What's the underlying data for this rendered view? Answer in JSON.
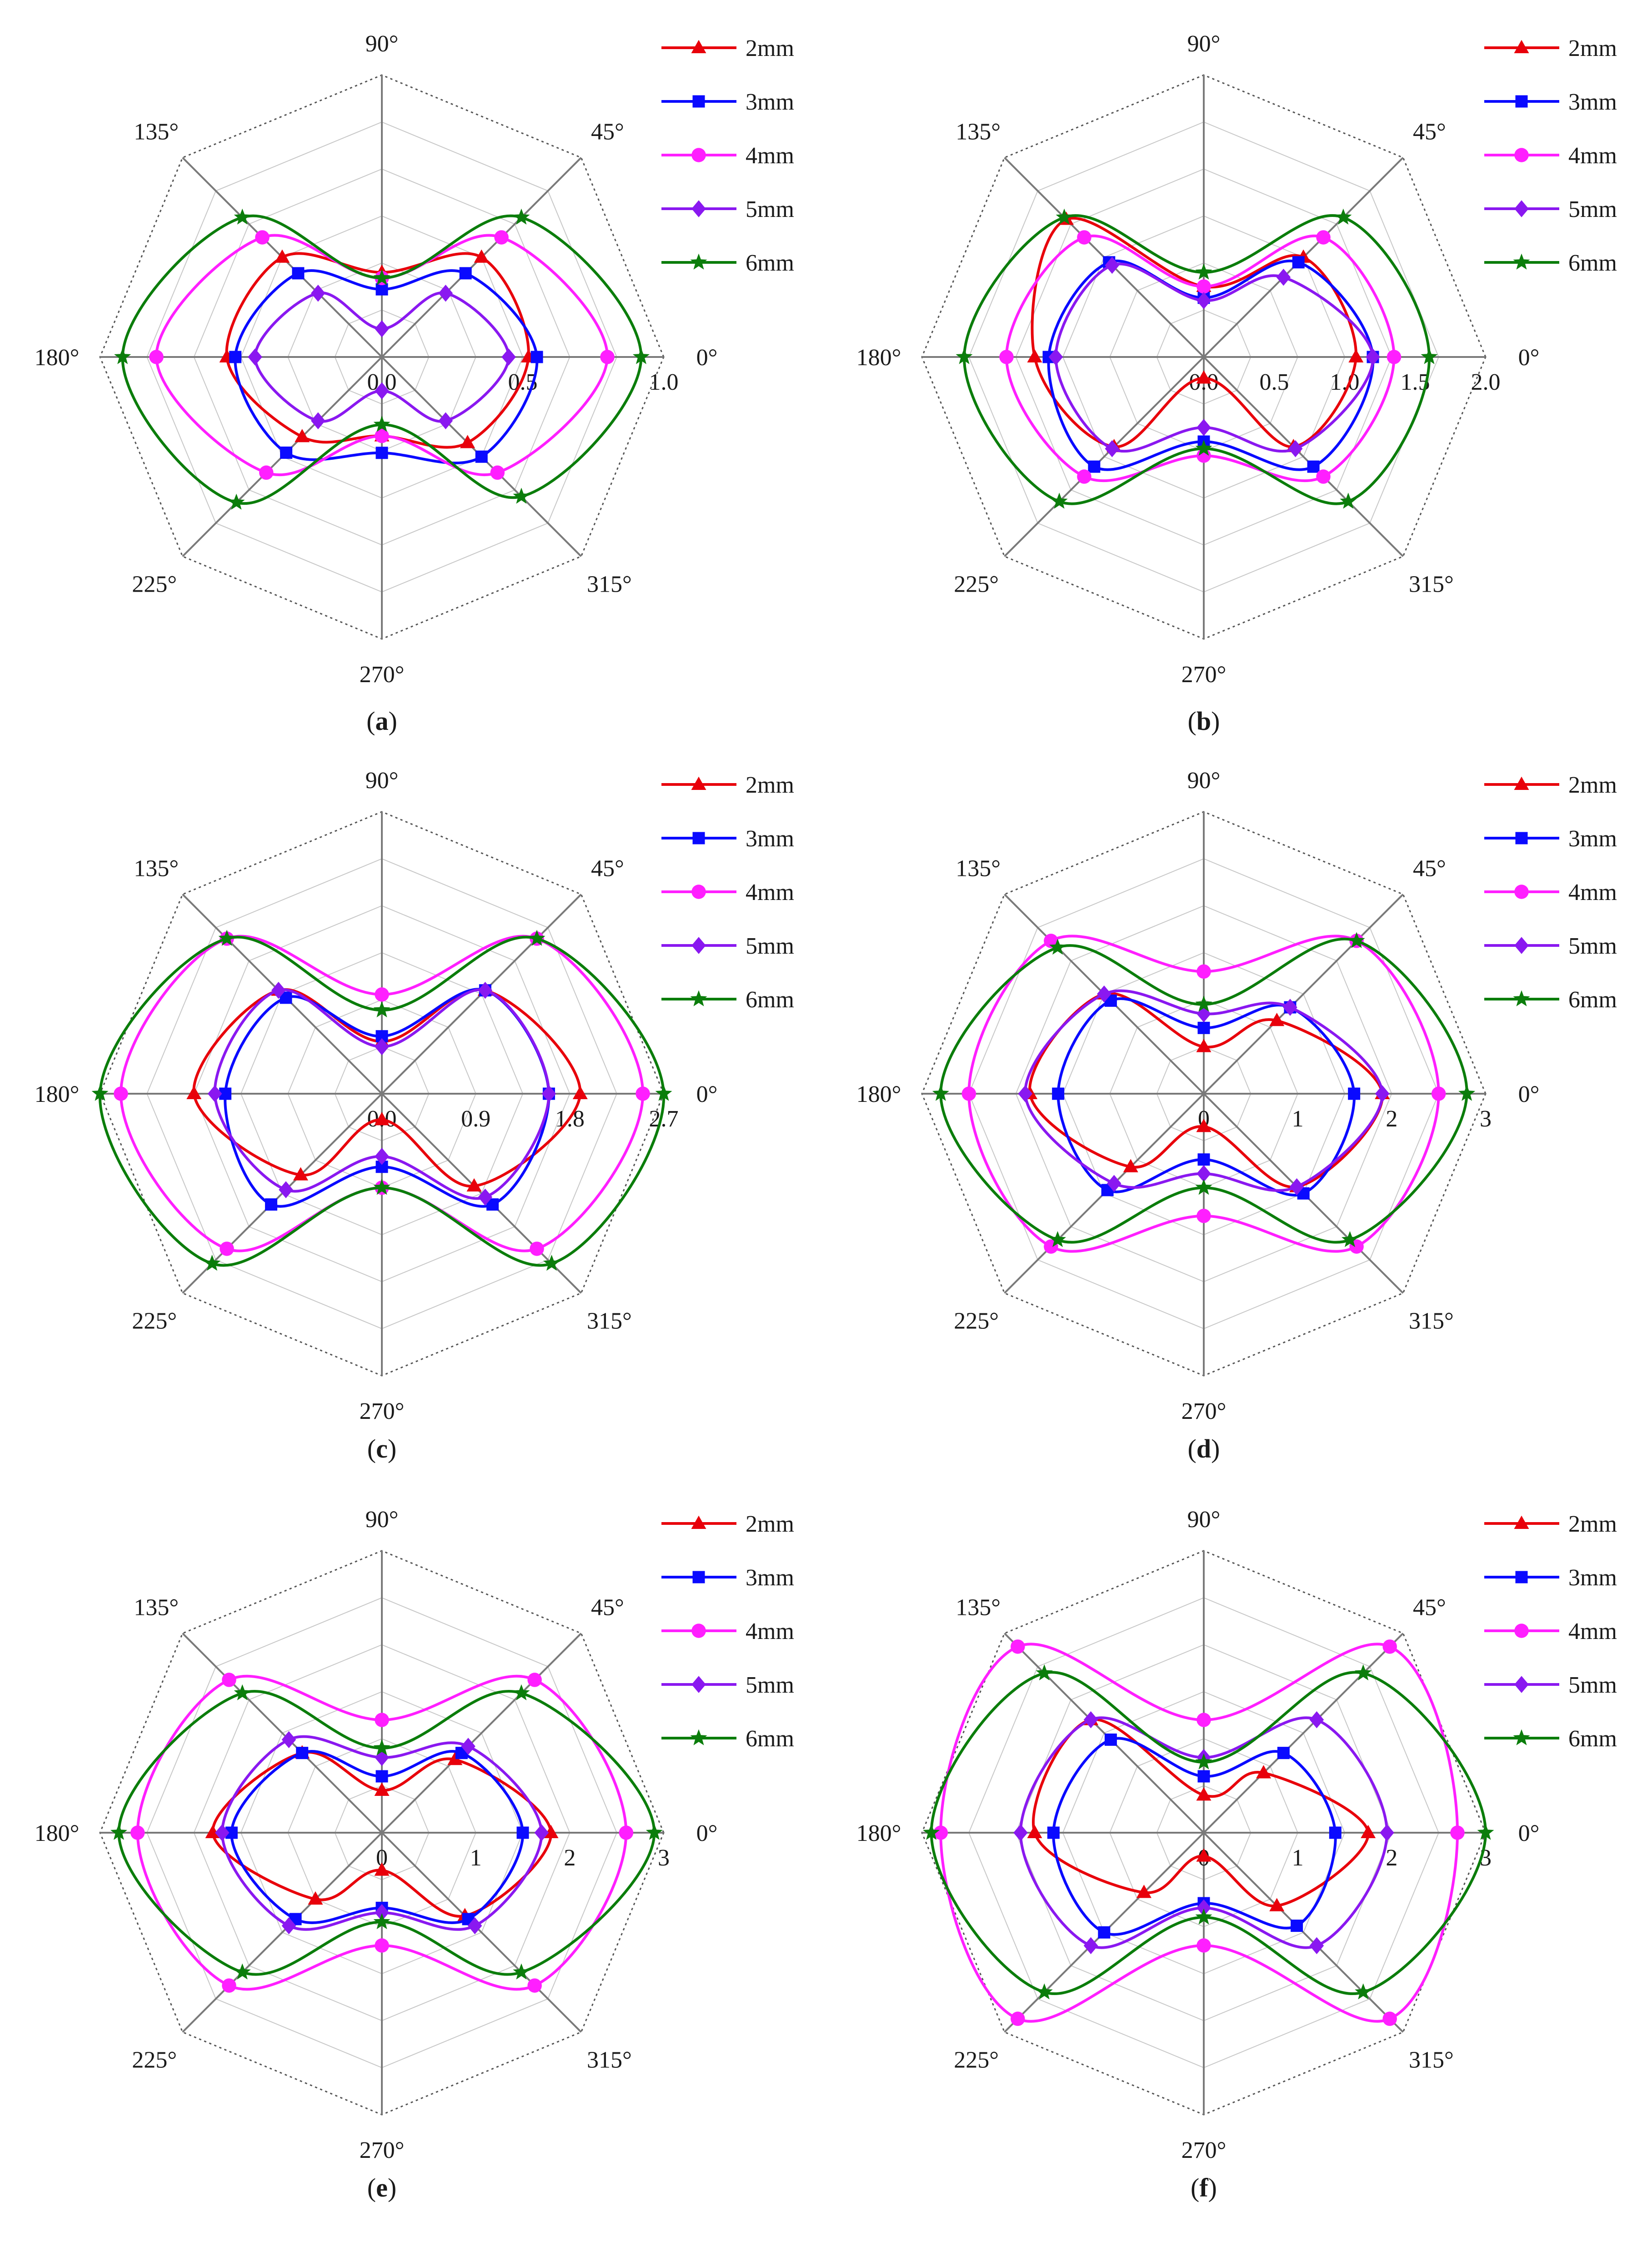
{
  "figure": {
    "angle_labels": [
      "0°",
      "45°",
      "90°",
      "135°",
      "180°",
      "225°",
      "270°",
      "315°"
    ],
    "legend": [
      "2mm",
      "3mm",
      "4mm",
      "5mm",
      "6mm"
    ],
    "series_colors": [
      "#e8000b",
      "#0a0aff",
      "#ff1fff",
      "#8a18f0",
      "#0b7d0b"
    ],
    "series_markers": [
      "triangle",
      "square",
      "circle",
      "diamond",
      "star"
    ],
    "grid_color": "#c8c8c8",
    "axis_color": "#7a7a7a",
    "outer_ring_style": "dotted"
  },
  "chart_data": [
    {
      "type": "radar",
      "panel_label": "a",
      "angles_deg": [
        0,
        45,
        90,
        135,
        180,
        225,
        270,
        315
      ],
      "rlim": [
        0,
        1.0
      ],
      "ticks": [
        "0.0",
        "0.5",
        "1.0"
      ],
      "tick_values": [
        0,
        0.5,
        1.0
      ],
      "grid_rings": 6,
      "series": [
        {
          "name": "2mm",
          "values": [
            0.52,
            0.5,
            0.3,
            0.5,
            0.55,
            0.4,
            0.28,
            0.43
          ]
        },
        {
          "name": "3mm",
          "values": [
            0.55,
            0.42,
            0.24,
            0.42,
            0.52,
            0.48,
            0.34,
            0.5
          ]
        },
        {
          "name": "4mm",
          "values": [
            0.8,
            0.6,
            0.28,
            0.6,
            0.8,
            0.58,
            0.28,
            0.58
          ]
        },
        {
          "name": "5mm",
          "values": [
            0.45,
            0.32,
            0.1,
            0.32,
            0.45,
            0.32,
            0.12,
            0.32
          ]
        },
        {
          "name": "6mm",
          "values": [
            0.92,
            0.7,
            0.28,
            0.7,
            0.92,
            0.73,
            0.24,
            0.7
          ]
        }
      ]
    },
    {
      "type": "radar",
      "panel_label": "b",
      "angles_deg": [
        0,
        45,
        90,
        135,
        180,
        225,
        270,
        315
      ],
      "rlim": [
        0,
        2.0
      ],
      "ticks": [
        "0.0",
        "0.5",
        "1.0",
        "1.5",
        "2.0"
      ],
      "tick_values": [
        0,
        0.5,
        1.0,
        1.5,
        2.0
      ],
      "grid_rings": 6,
      "series": [
        {
          "name": "2mm",
          "values": [
            1.08,
            1.0,
            0.5,
            1.38,
            1.2,
            0.9,
            0.15,
            0.9
          ]
        },
        {
          "name": "3mm",
          "values": [
            1.2,
            0.95,
            0.42,
            0.95,
            1.1,
            1.1,
            0.6,
            1.1
          ]
        },
        {
          "name": "4mm",
          "values": [
            1.35,
            1.2,
            0.5,
            1.2,
            1.4,
            1.2,
            0.7,
            1.2
          ]
        },
        {
          "name": "5mm",
          "values": [
            1.2,
            0.8,
            0.4,
            0.92,
            1.05,
            0.92,
            0.5,
            0.92
          ]
        },
        {
          "name": "6mm",
          "values": [
            1.6,
            1.4,
            0.6,
            1.4,
            1.7,
            1.45,
            0.65,
            1.45
          ]
        }
      ]
    },
    {
      "type": "radar",
      "panel_label": "c",
      "angles_deg": [
        0,
        45,
        90,
        135,
        180,
        225,
        270,
        315
      ],
      "rlim": [
        0,
        2.7
      ],
      "ticks": [
        "0.0",
        "0.9",
        "1.8",
        "2.7"
      ],
      "tick_values": [
        0,
        0.9,
        1.8,
        2.7
      ],
      "grid_rings": 6,
      "series": [
        {
          "name": "2mm",
          "values": [
            1.9,
            1.4,
            0.5,
            1.4,
            1.8,
            1.1,
            0.25,
            1.25
          ]
        },
        {
          "name": "3mm",
          "values": [
            1.6,
            1.4,
            0.55,
            1.3,
            1.5,
            1.5,
            0.7,
            1.5
          ]
        },
        {
          "name": "4mm",
          "values": [
            2.5,
            2.1,
            0.95,
            2.1,
            2.5,
            2.1,
            0.9,
            2.1
          ]
        },
        {
          "name": "5mm",
          "values": [
            1.6,
            1.4,
            0.45,
            1.4,
            1.6,
            1.3,
            0.6,
            1.4
          ]
        },
        {
          "name": "6mm",
          "values": [
            2.7,
            2.1,
            0.8,
            2.1,
            2.7,
            2.3,
            0.9,
            2.3
          ]
        }
      ]
    },
    {
      "type": "radar",
      "panel_label": "d",
      "angles_deg": [
        0,
        45,
        90,
        135,
        180,
        225,
        270,
        315
      ],
      "rlim": [
        0,
        3
      ],
      "ticks": [
        "0",
        "1",
        "2",
        "3"
      ],
      "tick_values": [
        0,
        1,
        2,
        3
      ],
      "grid_rings": 6,
      "series": [
        {
          "name": "2mm",
          "values": [
            1.9,
            1.1,
            0.5,
            1.5,
            1.85,
            1.1,
            0.35,
            1.4
          ]
        },
        {
          "name": "3mm",
          "values": [
            1.6,
            1.3,
            0.7,
            1.4,
            1.55,
            1.45,
            0.7,
            1.5
          ]
        },
        {
          "name": "4mm",
          "values": [
            2.5,
            2.3,
            1.3,
            2.3,
            2.5,
            2.3,
            1.3,
            2.3
          ]
        },
        {
          "name": "5mm",
          "values": [
            1.9,
            1.3,
            0.85,
            1.5,
            1.9,
            1.35,
            0.85,
            1.4
          ]
        },
        {
          "name": "6mm",
          "values": [
            2.8,
            2.3,
            0.95,
            2.2,
            2.8,
            2.2,
            1.0,
            2.2
          ]
        }
      ]
    },
    {
      "type": "radar",
      "panel_label": "e",
      "angles_deg": [
        0,
        45,
        90,
        135,
        180,
        225,
        270,
        315
      ],
      "rlim": [
        0,
        3
      ],
      "ticks": [
        "0",
        "1",
        "2",
        "3"
      ],
      "tick_values": [
        0,
        1,
        2,
        3
      ],
      "grid_rings": 6,
      "series": [
        {
          "name": "2mm",
          "values": [
            1.8,
            1.1,
            0.45,
            1.2,
            1.8,
            1.0,
            0.4,
            1.25
          ]
        },
        {
          "name": "3mm",
          "values": [
            1.5,
            1.2,
            0.6,
            1.2,
            1.6,
            1.3,
            0.8,
            1.3
          ]
        },
        {
          "name": "4mm",
          "values": [
            2.6,
            2.3,
            1.2,
            2.3,
            2.6,
            2.3,
            1.2,
            2.3
          ]
        },
        {
          "name": "5mm",
          "values": [
            1.7,
            1.3,
            0.8,
            1.4,
            1.7,
            1.4,
            0.85,
            1.4
          ]
        },
        {
          "name": "6mm",
          "values": [
            2.9,
            2.1,
            0.9,
            2.1,
            2.8,
            2.1,
            0.95,
            2.1
          ]
        }
      ]
    },
    {
      "type": "radar",
      "panel_label": "f",
      "angles_deg": [
        0,
        45,
        90,
        135,
        180,
        225,
        270,
        315
      ],
      "rlim": [
        0,
        3
      ],
      "ticks": [
        "0",
        "1",
        "2",
        "3"
      ],
      "tick_values": [
        0,
        1,
        2,
        3
      ],
      "grid_rings": 6,
      "series": [
        {
          "name": "2mm",
          "values": [
            1.75,
            0.9,
            0.4,
            1.7,
            1.8,
            0.9,
            0.25,
            1.1
          ]
        },
        {
          "name": "3mm",
          "values": [
            1.4,
            1.2,
            0.6,
            1.4,
            1.6,
            1.5,
            0.75,
            1.4
          ]
        },
        {
          "name": "4mm",
          "values": [
            2.7,
            2.8,
            1.2,
            2.8,
            2.8,
            2.8,
            1.2,
            2.8
          ]
        },
        {
          "name": "5mm",
          "values": [
            1.95,
            1.7,
            0.8,
            1.7,
            1.95,
            1.7,
            0.8,
            1.7
          ]
        },
        {
          "name": "6mm",
          "values": [
            3.0,
            2.4,
            0.75,
            2.4,
            2.9,
            2.4,
            0.9,
            2.4
          ]
        }
      ]
    }
  ]
}
